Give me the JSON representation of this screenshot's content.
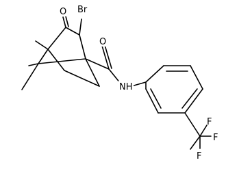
{
  "molecule": {
    "atom_labels": {
      "bromine": "Br",
      "ketone_oxygen": "O",
      "amide_oxygen": "O",
      "amide_nitrogen": "NH",
      "fluorine_top": "F",
      "fluorine_right": "F",
      "fluorine_bottom": "F"
    },
    "colors": {
      "bond": "#000000",
      "label": "#000000",
      "background": "#ffffff"
    }
  }
}
